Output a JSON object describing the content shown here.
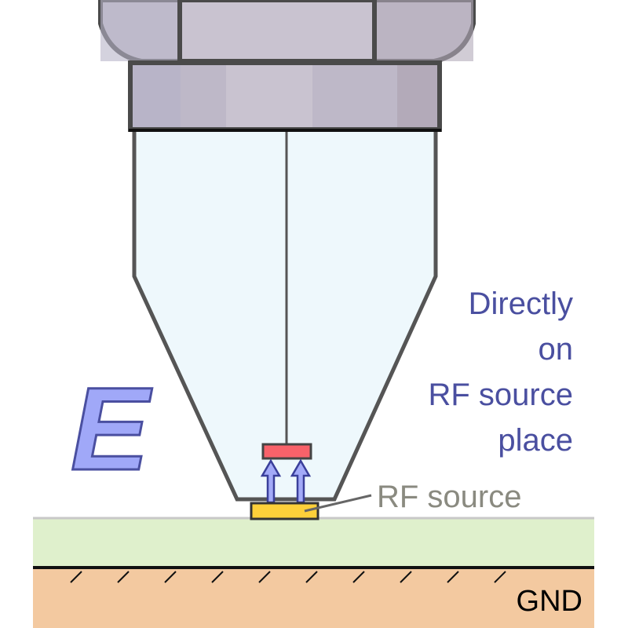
{
  "labels": {
    "field_symbol": "E",
    "description_lines": [
      "Directly",
      "on",
      "RF source",
      "place"
    ],
    "rf_source": "RF source",
    "ground": "GND"
  },
  "colors": {
    "probe_metal": "#c9c3d0",
    "probe_glass": "#eef8fc",
    "sensor": "#f8626a",
    "rf_source": "#fdd03a",
    "arrows": "#a3aaf8",
    "substrate": "#dff0cc",
    "ground": "#f3c9a0",
    "description_text": "#4a4fa0",
    "rf_label_text": "#8a8a80"
  }
}
